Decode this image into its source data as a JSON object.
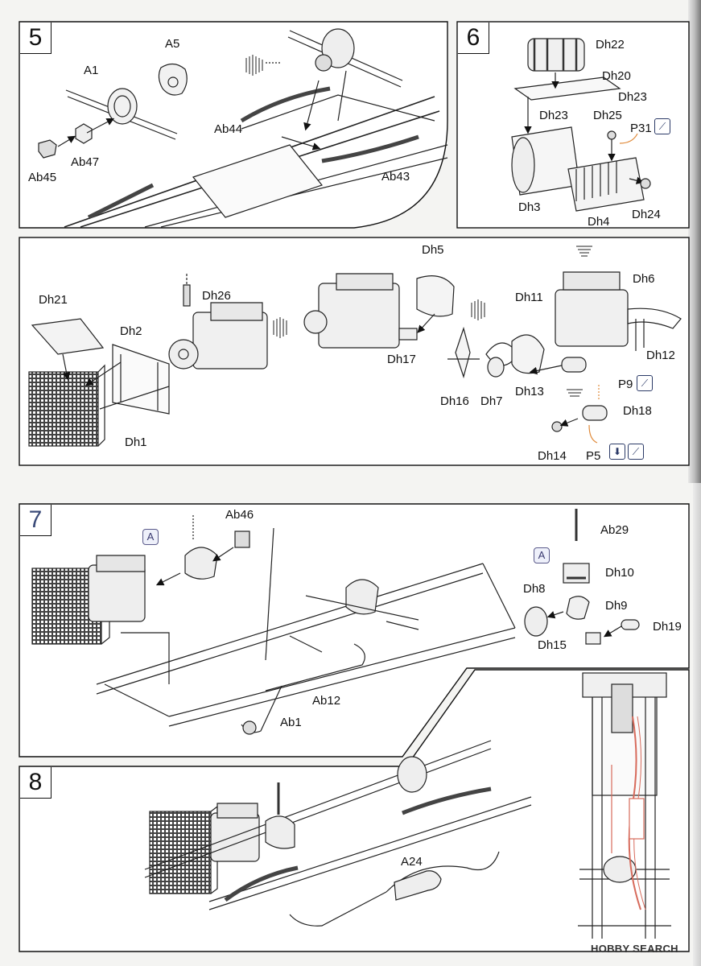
{
  "steps": {
    "s5": "5",
    "s6": "6",
    "s7": "7",
    "s8": "8"
  },
  "parts": {
    "A1": "A1",
    "A5": "A5",
    "Ab44": "Ab44",
    "Ab47": "Ab47",
    "Ab45": "Ab45",
    "Ab43": "Ab43",
    "Dh22": "Dh22",
    "Dh20": "Dh20",
    "Dh23a": "Dh23",
    "Dh23b": "Dh23",
    "Dh25": "Dh25",
    "P31": "P31",
    "Dh3": "Dh3",
    "Dh4": "Dh4",
    "Dh24": "Dh24",
    "Dh21": "Dh21",
    "Dh26": "Dh26",
    "Dh2": "Dh2",
    "Dh1": "Dh1",
    "Dh5": "Dh5",
    "Dh17": "Dh17",
    "Dh11": "Dh11",
    "Dh6": "Dh6",
    "Dh12": "Dh12",
    "Dh16": "Dh16",
    "Dh7": "Dh7",
    "Dh13": "Dh13",
    "P9": "P9",
    "Dh18": "Dh18",
    "Dh14": "Dh14",
    "P5": "P5",
    "Ab46": "Ab46",
    "Ab29": "Ab29",
    "Dh10": "Dh10",
    "Dh8": "Dh8",
    "Dh9": "Dh9",
    "Dh19": "Dh19",
    "Dh15": "Dh15",
    "Ab12": "Ab12",
    "Ab1": "Ab1",
    "A24": "A24"
  },
  "refs": {
    "a1": "A",
    "a2": "A"
  },
  "icons": {
    "paint": "paint-brush-icon",
    "arrow": "down-arrow-icon"
  },
  "watermark": "HOBBY SEARCH"
}
